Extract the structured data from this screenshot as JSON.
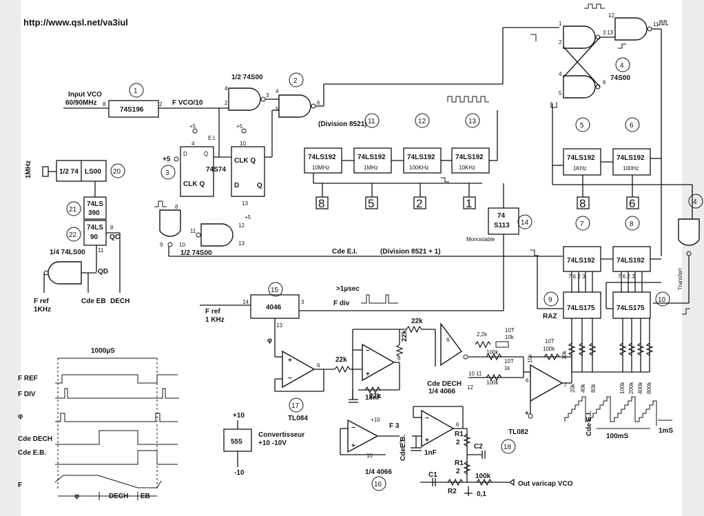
{
  "source_url": "http://www.qsl.net/va3iul",
  "top": {
    "input_vco": "Input VCO",
    "input_range": "60/90MHz",
    "prescaler": "74S196",
    "fvco10": "F VCO/10",
    "gate_title": "1/2 74S00",
    "ei": "E.I.",
    "ff": "74S74",
    "half_7400": "1/2 74S00",
    "division_8521": "(Division 8521)",
    "mono": "Monostable",
    "mono_chip": [
      "74",
      "S113"
    ],
    "cde_ei": "Cde E.I.",
    "division_8521_1": "(Division 8521 + 1)",
    "gate4": "74S00",
    "transfert": "Transfert",
    "raz": "RAZ"
  },
  "counters": [
    {
      "num": "11",
      "chip": "74LS192",
      "freq": "10MHz",
      "digit": "8"
    },
    {
      "num": "12",
      "chip": "74LS192",
      "freq": "1MHz",
      "digit": "5"
    },
    {
      "num": "13",
      "chip": "74LS192",
      "freq": "100KHz",
      "digit": "2"
    },
    {
      "num": "",
      "chip": "74LS192",
      "freq": "10KHz",
      "digit": "1"
    },
    {
      "num": "5",
      "chip": "74LS192",
      "freq": "1KHz",
      "digit": "8"
    },
    {
      "num": "6",
      "chip": "74LS192",
      "freq": "100Hz",
      "digit": "6"
    }
  ],
  "left": {
    "xtal": "1MHz",
    "osc": "1/2 74",
    "osc2": "LS00",
    "c20": "20",
    "c21": "21",
    "c22": "22",
    "div1": [
      "74LS",
      "390"
    ],
    "div2": [
      "74LS",
      "90"
    ],
    "qc": "QC",
    "qd": "QD",
    "gate14": "1/4 74LS00",
    "fref": "F ref",
    "fref_freq": "1KHz",
    "cde_eb": "Cde EB",
    "dech": "DECH"
  },
  "pll": {
    "fref": "F ref",
    "fref_freq": "1 KHz",
    "chip": "4046",
    "fdiv": "F div",
    "pulse": ">1µsec",
    "phi": "φ",
    "tl084": "TL084",
    "r1": "22k",
    "r2": "22k",
    "r3": "22k",
    "r4": "22k",
    "c1": "18nF",
    "cde_dech": "Cde DECH",
    "switch": "1/4 4066",
    "switch2": "1/4 4066",
    "r5": "2,2k",
    "r6": "10T",
    "r6b": "10k",
    "r7": "100k",
    "r8": "10T",
    "r8b": "1k",
    "r9": "100k",
    "r10": "10T",
    "r10b": "100k",
    "r11": "10k",
    "supply_p": "+10",
    "supply_m": "-10",
    "c555": "555",
    "conv": "Convertisseur",
    "conv2": "+10 -10V",
    "cde_eb": "CdeE.B.",
    "c_1nf": "1nF",
    "tl082": "TL082",
    "r1_2a": "R1",
    "r1_2b": "2",
    "r1_2c": "R1",
    "r1_2d": "2",
    "c2": "C2",
    "c1b": "C1",
    "r2b": "R2",
    "r100k": "100k",
    "c01": "0,1",
    "out": "Out varicap VCO",
    "c16": "16",
    "c17": "17",
    "c18": "18",
    "c15": "15"
  },
  "dac": {
    "c7": "7",
    "c8": "8",
    "c9": "9",
    "c10": "10",
    "chip1": "74LS192",
    "chip2": "74LS192",
    "chip3": "74LS175",
    "chip4": "74LS175",
    "res_a": [
      "20k",
      "40k",
      "80k"
    ],
    "res_b": [
      "100k",
      "200k",
      "400k",
      "800k"
    ],
    "r10k": "10k",
    "cde_ei": "Cde E.I.",
    "t100": "100mS",
    "t1": "1mS"
  },
  "timing": {
    "period": "1000µS",
    "signals": [
      "F REF",
      "F DIV",
      "φ",
      "Cde DECH",
      "Cde E.B.",
      "F"
    ],
    "phi": "φ",
    "dech": "DECH",
    "eb": "EB"
  },
  "circles": [
    "1",
    "2",
    "3",
    "4",
    "4"
  ]
}
